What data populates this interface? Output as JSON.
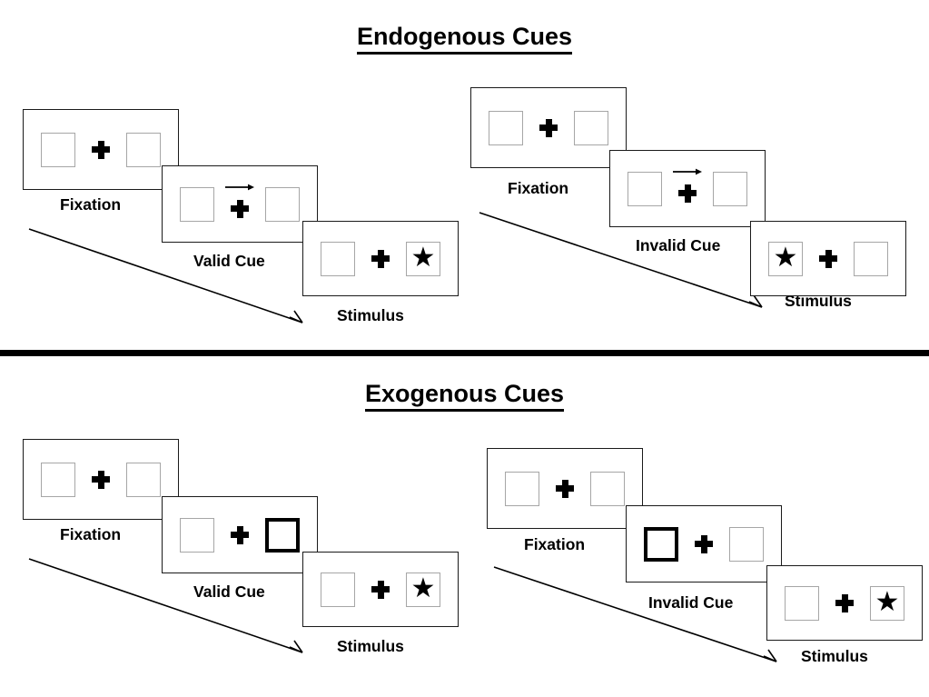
{
  "figure": {
    "type": "diagram",
    "description": "Posner cueing paradigm: endogenous vs exogenous spatial cues, valid vs invalid trials"
  },
  "sections": [
    {
      "id": "endogenous",
      "title": "Endogenous Cues",
      "cue_type": "central-arrow",
      "flows": [
        {
          "id": "endogenous-valid",
          "validity": "valid",
          "frames": [
            {
              "id": "fixation",
              "label": "Fixation",
              "left_box": "empty",
              "right_box": "empty",
              "cue": "none",
              "center": "plus"
            },
            {
              "id": "cue",
              "label": "Valid Cue",
              "left_box": "empty",
              "right_box": "empty",
              "cue": "arrow-right",
              "center": "plus"
            },
            {
              "id": "stimulus",
              "label": "Stimulus",
              "left_box": "empty",
              "right_box": "star",
              "cue": "none",
              "center": "plus"
            }
          ]
        },
        {
          "id": "endogenous-invalid",
          "validity": "invalid",
          "frames": [
            {
              "id": "fixation",
              "label": "Fixation",
              "left_box": "empty",
              "right_box": "empty",
              "cue": "none",
              "center": "plus"
            },
            {
              "id": "cue",
              "label": "Invalid Cue",
              "left_box": "empty",
              "right_box": "empty",
              "cue": "arrow-right",
              "center": "plus"
            },
            {
              "id": "stimulus",
              "label": "Stimulus",
              "left_box": "star",
              "right_box": "empty",
              "cue": "none",
              "center": "plus"
            }
          ]
        }
      ]
    },
    {
      "id": "exogenous",
      "title": "Exogenous Cues",
      "cue_type": "peripheral-box-flash",
      "flows": [
        {
          "id": "exogenous-valid",
          "validity": "valid",
          "frames": [
            {
              "id": "fixation",
              "label": "Fixation",
              "left_box": "empty",
              "right_box": "empty",
              "cue": "none",
              "center": "plus"
            },
            {
              "id": "cue",
              "label": "Valid Cue",
              "left_box": "empty",
              "right_box": "cued",
              "cue": "none",
              "center": "plus"
            },
            {
              "id": "stimulus",
              "label": "Stimulus",
              "left_box": "empty",
              "right_box": "star",
              "cue": "none",
              "center": "plus"
            }
          ]
        },
        {
          "id": "exogenous-invalid",
          "validity": "invalid",
          "frames": [
            {
              "id": "fixation",
              "label": "Fixation",
              "left_box": "empty",
              "right_box": "empty",
              "cue": "none",
              "center": "plus"
            },
            {
              "id": "cue",
              "label": "Invalid Cue",
              "left_box": "cued",
              "right_box": "empty",
              "cue": "none",
              "center": "plus"
            },
            {
              "id": "stimulus",
              "label": "Stimulus",
              "left_box": "empty",
              "right_box": "star",
              "cue": "none",
              "center": "plus"
            }
          ]
        }
      ]
    }
  ],
  "glyphs": {
    "star": "★",
    "fixation_cross": "plus-sign",
    "arrow": "arrow-right-icon",
    "time_arrow": "diagonal-time-arrow"
  },
  "colors": {
    "ink": "#000000",
    "panel_border": "#1a1a1a",
    "box_border": "#a6a6a6",
    "cued_box_border": "#000000",
    "background": "#ffffff"
  }
}
